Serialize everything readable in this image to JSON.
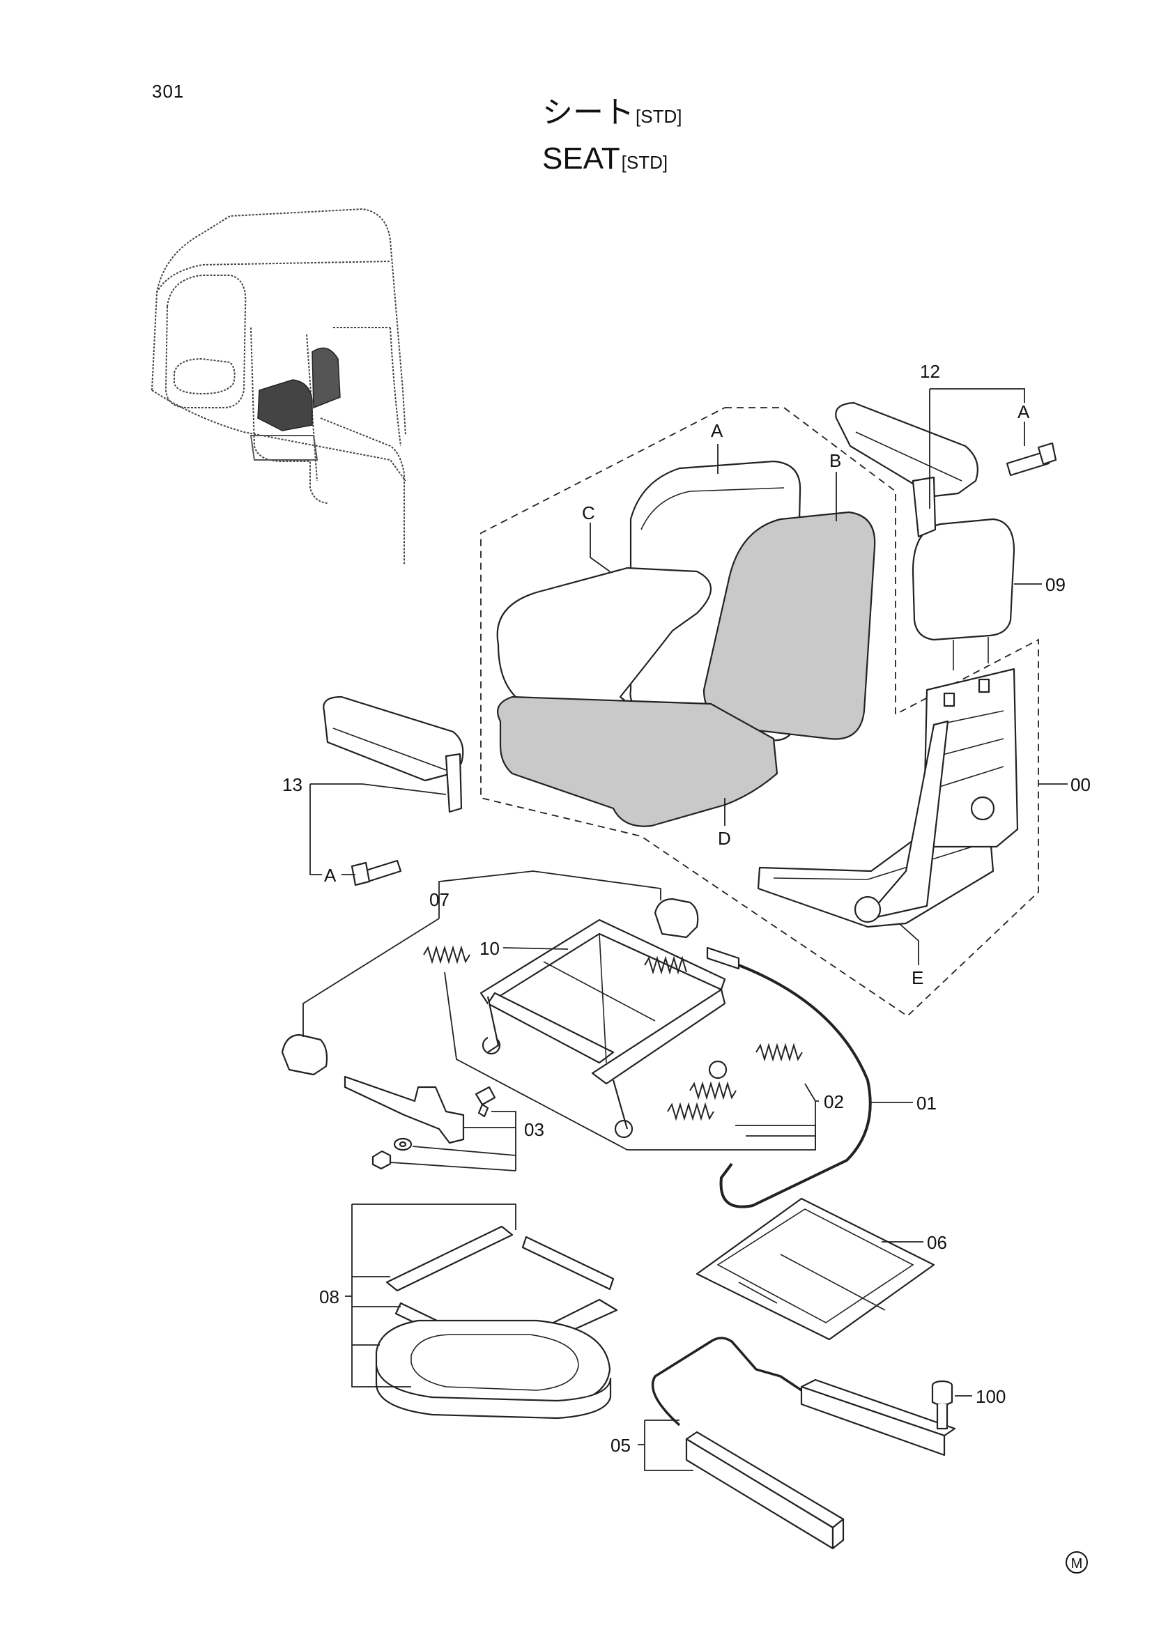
{
  "page_number": "301",
  "title": {
    "japanese": "シート",
    "english": "SEAT",
    "tag": "[STD]"
  },
  "callouts": {
    "p12": "12",
    "a_top": "A",
    "p09": "09",
    "p00": "00",
    "p13": "13",
    "a_left": "A",
    "p07": "07",
    "p10": "10",
    "p02": "02",
    "p01": "01",
    "p03": "03",
    "p06": "06",
    "p08": "08",
    "p100": "100",
    "p05": "05"
  },
  "cushion_letters": {
    "a": "A",
    "b": "B",
    "c": "C",
    "d": "D",
    "e": "E"
  },
  "mark": "M"
}
